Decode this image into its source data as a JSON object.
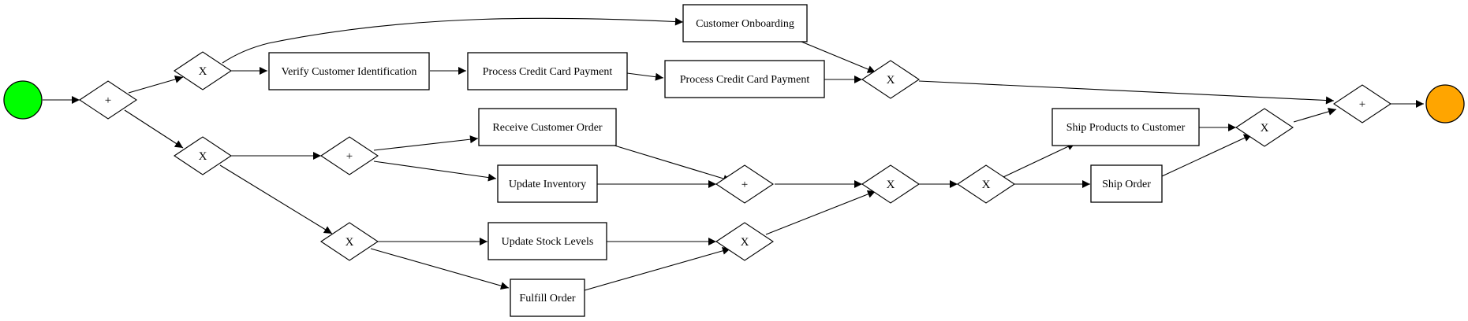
{
  "colors": {
    "start": "#00ff00",
    "end": "#ffa500",
    "stroke": "#000000",
    "fill": "#ffffff"
  },
  "events": {
    "start": {
      "kind": "start-event"
    },
    "end": {
      "kind": "end-event"
    }
  },
  "gateways": {
    "g_split": "+",
    "g_xor_top": "X",
    "g_xor_mid": "X",
    "g_and_mid": "+",
    "g_xor_low": "X",
    "g_merge_top": "X",
    "g_and_join": "+",
    "g_xor_join_low": "X",
    "g_xor_join_mid": "X",
    "g_xor_ship": "X",
    "g_xor_ship_join": "X",
    "g_final_join": "+"
  },
  "tasks": {
    "customer_onboarding": "Customer Onboarding",
    "verify_id": "Verify Customer Identification",
    "process_cc_1": "Process Credit Card Payment",
    "process_cc_2": "Process Credit Card Payment",
    "receive_order": "Receive Customer Order",
    "update_inventory": "Update Inventory",
    "update_stock": "Update Stock Levels",
    "fulfill_order": "Fulfill Order",
    "ship_products": "Ship Products to Customer",
    "ship_order": "Ship Order"
  }
}
